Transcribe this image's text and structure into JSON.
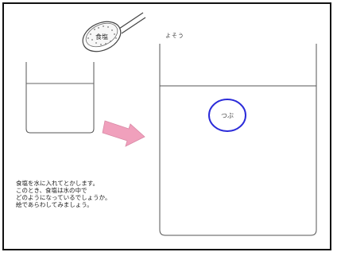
{
  "spoon": {
    "label": "食塩"
  },
  "prediction": {
    "title": "よそう",
    "particle_label": "つぶ"
  },
  "instruction": {
    "lines": [
      "食塩を水に入れてとかします。",
      "このとき、食塩は水の中で",
      "どのようになっているでしょうか。",
      "絵であらわしてみましょう。"
    ]
  },
  "colors": {
    "arrow": "#f0a0bc",
    "circle": "#2b2bd9",
    "frame": "#111111",
    "line": "#555555"
  }
}
